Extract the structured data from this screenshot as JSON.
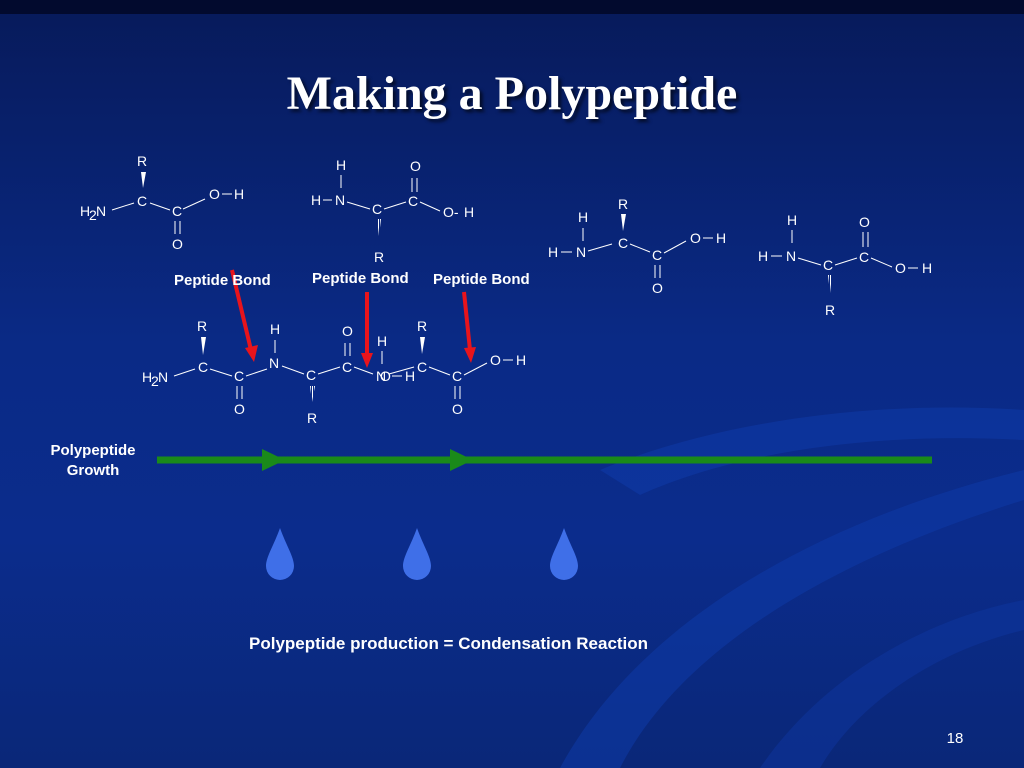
{
  "slide": {
    "title": "Making a Polypeptide",
    "page_number": "18",
    "labels": {
      "bond_1": "Peptide Bond",
      "bond_2": "Peptide Bond",
      "bond_3": "Peptide Bond"
    },
    "growth_label_line1": "Polypeptide",
    "growth_label_line2": "Growth",
    "equation": "Polypeptide production = Condensation Reaction"
  },
  "colors": {
    "background": "#0b2c8c",
    "arrow_red": "#e8141c",
    "growth_green": "#1a8a1a",
    "droplet": "#3f6fe8",
    "text": "#ffffff"
  },
  "icons": [
    "water-droplet-icon",
    "red-arrow-icon",
    "green-arrow-icon"
  ]
}
